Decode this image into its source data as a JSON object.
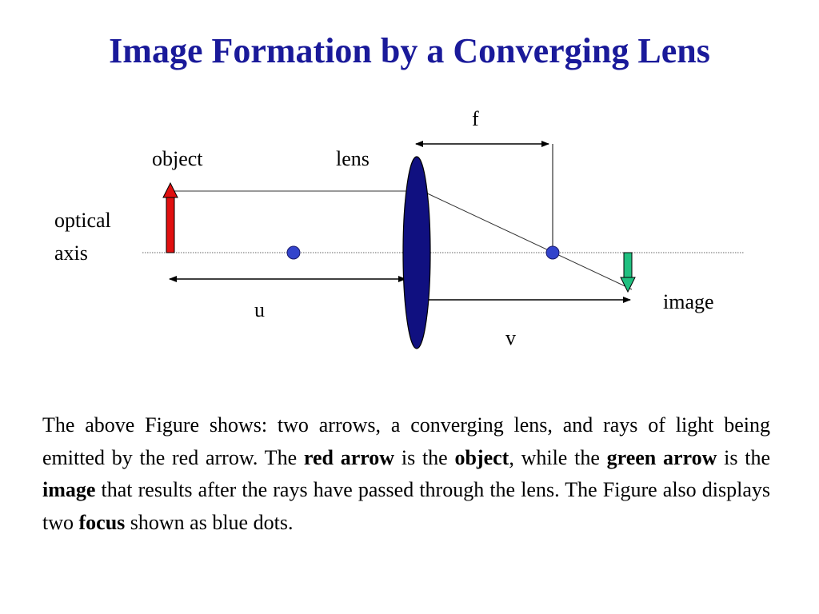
{
  "title": "Image Formation by a Converging Lens",
  "labels": {
    "focal_length": "f",
    "object": "object",
    "lens": "lens",
    "optical_axis_line1": "optical",
    "optical_axis_line2": "axis",
    "object_distance": "u",
    "image": "image",
    "image_distance": "v"
  },
  "colors": {
    "title": "#1a1a9a",
    "lens": "#101080",
    "object_arrow": "#e01010",
    "image_arrow": "#20c080",
    "focus_dot": "#3344cc"
  },
  "caption": {
    "p1": "The above Figure  shows: two arrows, a converging lens, and rays of light being emitted by the red arrow. The ",
    "b1": "red arrow",
    "p2": " is the ",
    "b2": "object",
    "p3": ", while the ",
    "b3": "green arrow",
    "p4": " is the ",
    "b4": "image",
    "p5": " that results after the rays have passed through the lens. The Figure also displays two ",
    "b5": "focus",
    "p6": " shown as blue dots."
  }
}
